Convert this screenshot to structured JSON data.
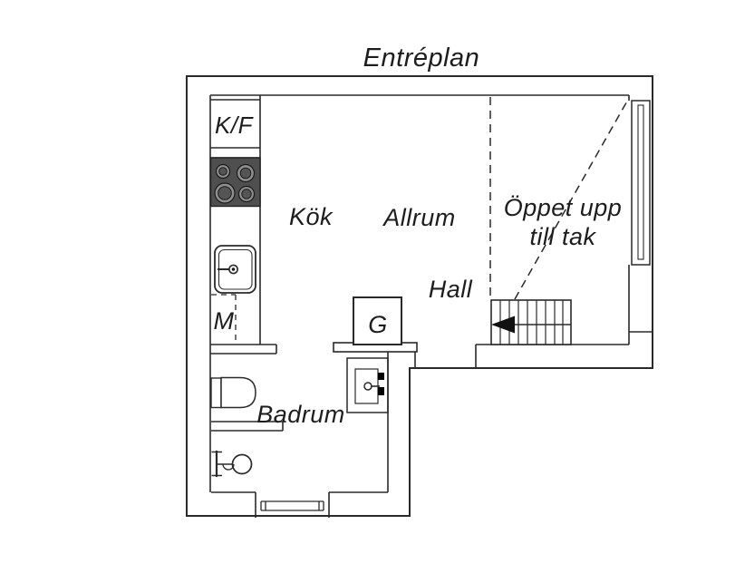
{
  "title": "Entréplan",
  "rooms": {
    "kitchen": "Kök",
    "living": "Allrum",
    "hall": "Hall",
    "bathroom": "Badrum",
    "open_to_ceiling_line1": "Öppet upp",
    "open_to_ceiling_line2": "till tak"
  },
  "appliances": {
    "fridge_freezer": "K/F",
    "washer": "M",
    "wardrobe": "G"
  },
  "colors": {
    "line": "#2a2a2a",
    "text": "#1d1d1d",
    "background": "#ffffff",
    "stove_body": "#4f4f4f",
    "burner_ring": "#8f8f8f",
    "burner_center": "#555555",
    "stair_arrow": "#111111",
    "faucet_handle": "#000000"
  }
}
